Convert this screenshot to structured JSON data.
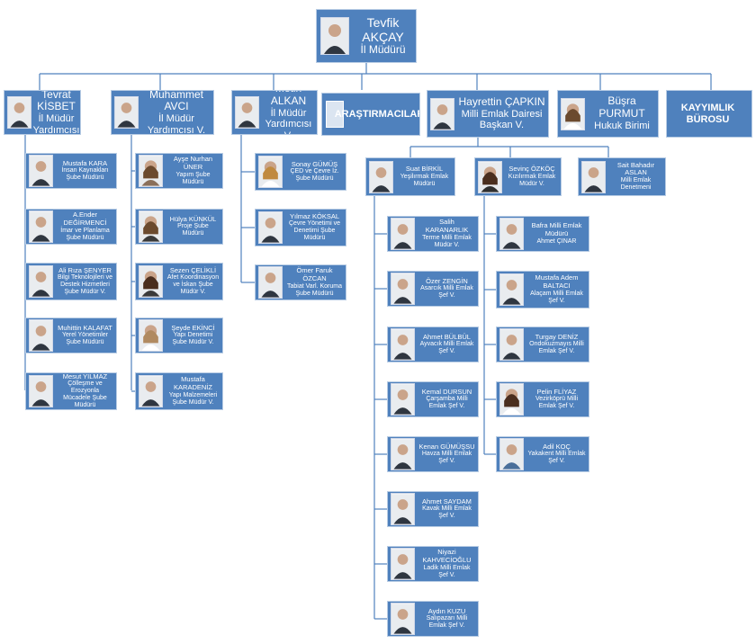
{
  "top": {
    "name": "Tevfik AKÇAY",
    "title": "İl Müdürü"
  },
  "level1": [
    {
      "name": "Tevrat KİSBET",
      "title": "İl Müdür Yardımcısı"
    },
    {
      "name": "Muhammet AVCI",
      "title": "İl Müdür Yardımcısı V."
    },
    {
      "name": "Metin ALKAN",
      "title": "İl Müdür Yardımcısı V."
    },
    {
      "name": "",
      "title": "ARAŞTIRMACILAR"
    },
    {
      "name": "Hayrettin ÇAPKIN",
      "title": "Milli Emlak Dairesi Başkan V."
    },
    {
      "name": "Büşra PURMUT",
      "title": "Hukuk Birimi"
    },
    {
      "name": "",
      "title": "KAYYIMLIK BÜROSU"
    }
  ],
  "col1": [
    {
      "name": "Mustafa KARA",
      "title": "İnsan Kaynakları Şube Müdürü"
    },
    {
      "name": "A.Ender DEĞİRMENCİ",
      "title": "İmar ve Planlama Şube Müdürü"
    },
    {
      "name": "Ali Rıza ŞENYER",
      "title": "Bilgi Teknolojileri ve Destek Hizmetleri Şube Müdür V."
    },
    {
      "name": "Muhittin KALAFAT",
      "title": "Yerel Yönetimler Şube Müdürü"
    },
    {
      "name": "Mesut YILMAZ",
      "title": "Çölleşme ve Erozyonla Mücadele Şube Müdürü"
    }
  ],
  "col2": [
    {
      "name": "Ayşe Nurhan ÜNER",
      "title": "Yapım Şube Müdürü"
    },
    {
      "name": "Hülya KÜNKÜL",
      "title": "Proje Şube Müdürü"
    },
    {
      "name": "Sezen ÇELİKLİ",
      "title": "Afet Koordinasyon ve İskan Şube Müdür V."
    },
    {
      "name": "Şeyde EKİNCİ",
      "title": "Yapı Denetimi Şube Müdür V."
    },
    {
      "name": "Mustafa KARADENİZ",
      "title": "Yapı Malzemeleri Şube Müdür V."
    }
  ],
  "col3": [
    {
      "name": "Sonay GÜMÜŞ",
      "title": "ÇED ve Çevre İz. Şube Müdürü"
    },
    {
      "name": "Yılmaz KÖKSAL",
      "title": "Çevre Yönetimi ve Denetimi Şube Müdürü"
    },
    {
      "name": "Ömer Faruk ÖZCAN",
      "title": "Tabiat Varl. Koruma Şube Müdürü"
    }
  ],
  "emlak_heads": [
    {
      "name": "Suat BİRKİL",
      "title": "Yeşilırmak Emlak Müdürü"
    },
    {
      "name": "Sevinç ÖZKÖÇ",
      "title": "Kızılırmak Emlak Müdür V."
    },
    {
      "name": "Sait Bahadır ASLAN",
      "title": "Milli Emlak Denetmeni"
    }
  ],
  "col_a": [
    {
      "name": "Salih KARANARLIK",
      "title": "Terme Milli Emlak Müdür V."
    },
    {
      "name": "Özer ZENGİN",
      "title": "Asarcık Milli Emlak Şef V."
    },
    {
      "name": "Ahmet BÜLBÜL",
      "title": "Ayvacık Milli Emlak Şef V."
    },
    {
      "name": "Kemal DURSUN",
      "title": "Çarşamba Milli Emlak Şef V."
    },
    {
      "name": "Kenan GÜMÜŞSU",
      "title": "Havza Milli Emlak Şef V."
    },
    {
      "name": "Ahmet SAYDAM",
      "title": "Kavak Milli Emlak Şef V."
    },
    {
      "name": "Niyazi KAHVECİOĞLU",
      "title": "Ladik Milli Emlak Şef V."
    },
    {
      "name": "Aydın KUZU",
      "title": "Salıpazarı Milli Emlak Şef V."
    }
  ],
  "col_b": [
    {
      "name": "Bafra Milli Emlak Müdürü",
      "title": "Ahmet ÇINAR"
    },
    {
      "name": "Mustafa Adem BALTACI",
      "title": "Alaçam Milli Emlak Şef V."
    },
    {
      "name": "Turgay DENİZ",
      "title": "Ondokuzmayıs Milli Emlak Şef V."
    },
    {
      "name": "Pelin FLİYAZ",
      "title": "Vezirköprü Milli Emlak Şef V."
    },
    {
      "name": "Adil KOÇ",
      "title": "Yakakent Milli Emlak Şef V."
    }
  ]
}
